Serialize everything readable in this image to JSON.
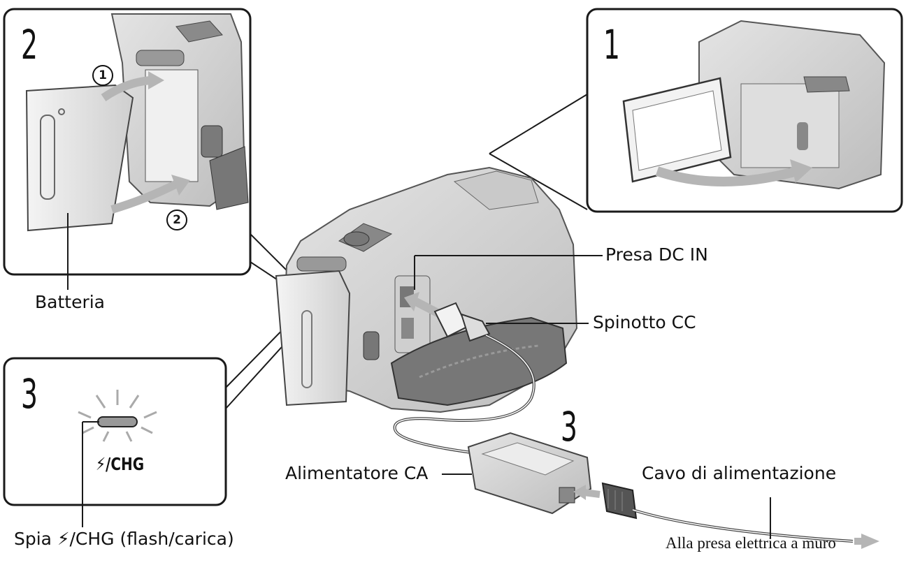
{
  "panels": {
    "step1": {
      "number": "1"
    },
    "step2": {
      "number": "2",
      "markers": [
        "1",
        "2"
      ]
    },
    "step3_lamp": {
      "number": "3",
      "indicator_text": "⚡/CHG"
    }
  },
  "step3_main": {
    "number": "3"
  },
  "labels": {
    "battery": "Batteria",
    "dc_in": "Presa DC IN",
    "dc_plug": "Spinotto CC",
    "ac_adaptor": "Alimentatore CA",
    "power_cord": "Cavo di alimentazione",
    "wall_outlet": "Alla presa elettrica a muro",
    "chg_lamp": "Spia ⚡/CHG (flash/carica)"
  },
  "colors": {
    "body": "#d6d6d6",
    "dark": "#8a8a8a",
    "line": "#1a1a1a",
    "arrow": "#b5b5b5"
  }
}
